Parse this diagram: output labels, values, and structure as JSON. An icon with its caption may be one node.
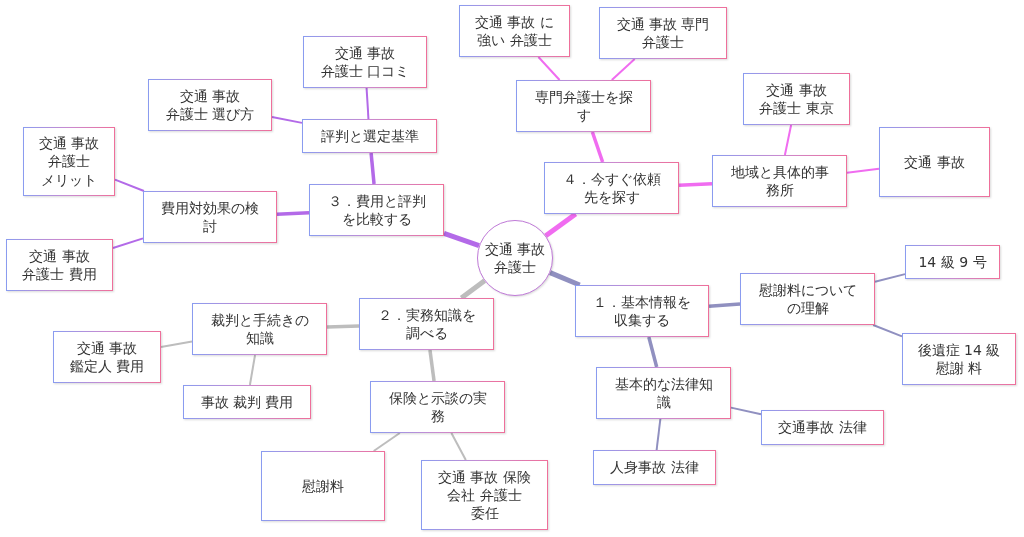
{
  "diagram": {
    "nodes": [
      {
        "text": [
          "交通 事故弁護士"
        ]
      },
      {
        "text": [
          "３．費用と評判を比較する"
        ]
      },
      {
        "text": [
          "評判と選定基準"
        ]
      },
      {
        "text": [
          "交通 事故弁護士 口コミ"
        ]
      },
      {
        "text": [
          "交通 事故弁護士 選び方"
        ]
      },
      {
        "text": [
          "費用対効果の検討"
        ]
      },
      {
        "text": [
          "交通 事故弁護士メリット"
        ]
      },
      {
        "text": [
          "交通 事故弁護士 費用"
        ]
      },
      {
        "text": [
          "４．今すぐ依頼先を探す"
        ]
      },
      {
        "text": [
          "専門弁護士を探す"
        ]
      },
      {
        "text": [
          "交通 事故 に強い 弁護士"
        ]
      },
      {
        "text": [
          "交通 事故 専門弁護士"
        ]
      },
      {
        "text": [
          "地域と具体的事務所"
        ]
      },
      {
        "text": [
          "交通 事故弁護士 東京"
        ]
      },
      {
        "text": [
          "交通 事故"
        ]
      },
      {
        "text": [
          "１．基本情報を収集する"
        ]
      },
      {
        "text": [
          "慰謝料についての理解"
        ]
      },
      {
        "text": [
          "14 級 9 号"
        ]
      },
      {
        "text": [
          "後遺症 14 級慰謝 料"
        ]
      },
      {
        "text": [
          "基本的な法律知識"
        ]
      },
      {
        "text": [
          "交通事故 法律"
        ]
      },
      {
        "text": [
          "人身事故 法律"
        ]
      },
      {
        "text": [
          "２．実務知識を調べる"
        ]
      },
      {
        "text": [
          "裁判と手続きの知識"
        ]
      },
      {
        "text": [
          "交通 事故鑑定人 費用"
        ]
      },
      {
        "text": [
          "事故 裁判 費用"
        ]
      },
      {
        "text": [
          "保険と示談の実務"
        ]
      },
      {
        "text": [
          "慰謝料"
        ]
      },
      {
        "text": [
          "交通 事故 保険会社 弁護士委任"
        ]
      }
    ],
    "edges": [
      {
        "from": 0,
        "to": 1,
        "arrow": "none",
        "style": "thick",
        "color": "#b36ae8"
      },
      {
        "from": 1,
        "to": 2,
        "arrow": "none",
        "color": "#b36ae8"
      },
      {
        "from": 2,
        "to": 3,
        "arrow": "none",
        "color": "#b36ae8"
      },
      {
        "from": 2,
        "to": 4,
        "arrow": "none",
        "color": "#b36ae8"
      },
      {
        "from": 1,
        "to": 5,
        "arrow": "none",
        "color": "#b36ae8"
      },
      {
        "from": 5,
        "to": 6,
        "arrow": "none",
        "color": "#b36ae8"
      },
      {
        "from": 5,
        "to": 7,
        "arrow": "none",
        "color": "#b36ae8"
      },
      {
        "from": 0,
        "to": 8,
        "arrow": "none",
        "style": "thick",
        "color": "#f06cf0"
      },
      {
        "from": 8,
        "to": 9,
        "arrow": "none",
        "color": "#f06cf0"
      },
      {
        "from": 9,
        "to": 10,
        "arrow": "none",
        "color": "#f06cf0"
      },
      {
        "from": 9,
        "to": 11,
        "arrow": "none",
        "color": "#f06cf0"
      },
      {
        "from": 8,
        "to": 12,
        "arrow": "none",
        "color": "#f06cf0"
      },
      {
        "from": 12,
        "to": 13,
        "arrow": "none",
        "color": "#f06cf0"
      },
      {
        "from": 12,
        "to": 14,
        "arrow": "none",
        "color": "#f06cf0"
      },
      {
        "from": 0,
        "to": 15,
        "arrow": "none",
        "style": "thick",
        "color": "#9090c0"
      },
      {
        "from": 15,
        "to": 16,
        "arrow": "none",
        "color": "#9090c0"
      },
      {
        "from": 16,
        "to": 17,
        "arrow": "none",
        "color": "#9090c0"
      },
      {
        "from": 16,
        "to": 18,
        "arrow": "none",
        "color": "#9090c0"
      },
      {
        "from": 15,
        "to": 19,
        "arrow": "none",
        "color": "#9090c0"
      },
      {
        "from": 19,
        "to": 20,
        "arrow": "none",
        "color": "#9090c0"
      },
      {
        "from": 19,
        "to": 21,
        "arrow": "none",
        "color": "#9090c0"
      },
      {
        "from": 0,
        "to": 22,
        "arrow": "none",
        "style": "thick",
        "color": "#bdbdbd"
      },
      {
        "from": 22,
        "to": 23,
        "arrow": "none",
        "color": "#bdbdbd"
      },
      {
        "from": 23,
        "to": 24,
        "arrow": "none",
        "color": "#bdbdbd"
      },
      {
        "from": 23,
        "to": 25,
        "arrow": "none",
        "color": "#bdbdbd"
      },
      {
        "from": 22,
        "to": 26,
        "arrow": "none",
        "color": "#bdbdbd"
      },
      {
        "from": 26,
        "to": 27,
        "arrow": "none",
        "color": "#bdbdbd"
      },
      {
        "from": 26,
        "to": 28,
        "arrow": "none",
        "color": "#bdbdbd"
      }
    ]
  }
}
